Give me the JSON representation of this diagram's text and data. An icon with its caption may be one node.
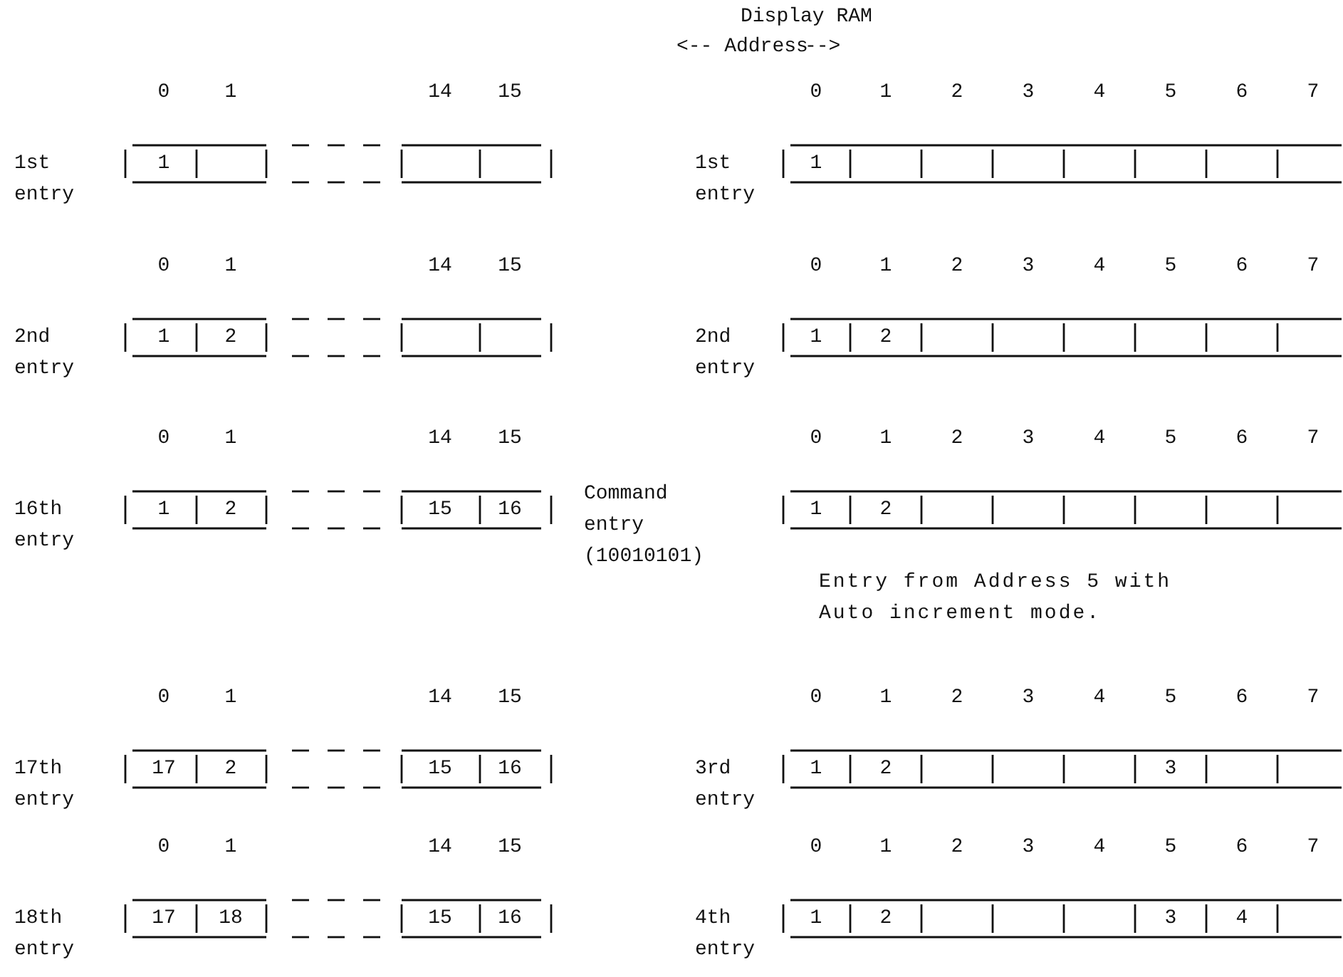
{
  "diagram": {
    "title": "Display RAM",
    "labels": [
      "<-- Address",
      "-->",
      "0",
      "1",
      "14",
      "15",
      "0",
      "1",
      "2",
      "3",
      "4",
      "5",
      "6",
      "7",
      "1st entry",
      "1",
      "1st entry",
      "1",
      "0",
      "1",
      "14",
      "15",
      "0",
      "1",
      "2",
      "3",
      "4",
      "5",
      "6",
      "7",
      "2nd entry",
      "1",
      "2",
      "2nd entry",
      "1",
      "2",
      "0",
      "1",
      "14",
      "15",
      "0",
      "1",
      "2",
      "3",
      "4",
      "5",
      "6",
      "7",
      "16th entry",
      "1",
      "2",
      "15",
      "16",
      "Command entry (10010101)",
      "1",
      "2",
      "Entry from Address 5 with Auto increment mode.",
      "0",
      "1",
      "14",
      "15",
      "0",
      "1",
      "2",
      "3",
      "4",
      "5",
      "6",
      "7",
      "17th entry",
      "17",
      "2",
      "15",
      "16",
      "3rd entry",
      "1",
      "2",
      "3",
      "0",
      "1",
      "14",
      "15",
      "0",
      "1",
      "2",
      "3",
      "4",
      "5",
      "6",
      "7",
      "18th entry",
      "17",
      "18",
      "15",
      "16",
      "4th entry",
      "1",
      "2",
      "3",
      "4"
    ]
  }
}
